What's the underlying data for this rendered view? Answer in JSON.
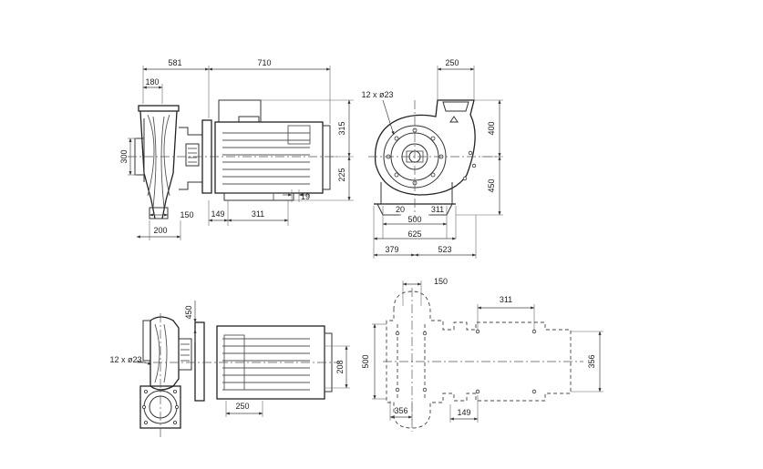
{
  "front_view": {
    "dims": {
      "overall_left": "581",
      "overall_right": "710",
      "flange_top": "180",
      "flange_height": "300",
      "motor_upper": "315",
      "motor_lower": "225",
      "base_gap": "19",
      "foot_offset": "150",
      "foot_width": "200",
      "base_left": "149",
      "base_span": "311"
    }
  },
  "side_view": {
    "dims": {
      "outlet_width": "250",
      "bolt_holes": "12 x ø23",
      "upper_height": "400",
      "lower_height": "450",
      "foot_inner": "20",
      "foot_bolt": "311",
      "base_inner": "500",
      "base_outer": "625",
      "left_span": "379",
      "right_span": "523"
    }
  },
  "top_view": {
    "dims": {
      "flange_thickness": "450",
      "bolt_holes": "12 x ø23",
      "motor_height": "208",
      "motor_offset": "250"
    }
  },
  "base_plan": {
    "dims": {
      "top_offset": "150",
      "motor_span": "311",
      "total_height": "500",
      "motor_height": "356",
      "left_width": "356",
      "bottom_offset": "149"
    }
  }
}
